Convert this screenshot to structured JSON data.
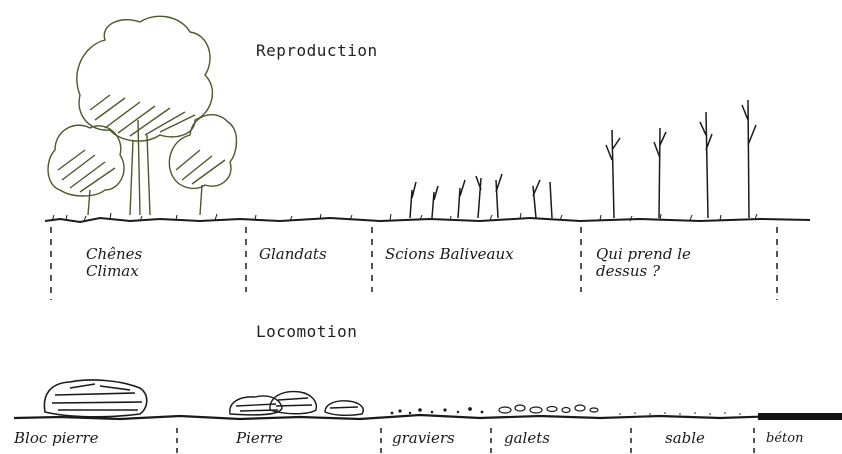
{
  "sections": {
    "reproduction_title": "Reproduction",
    "locomotion_title": "Locomotion"
  },
  "reproduction_labels": [
    "Chênes Climax",
    "Glandats",
    "Scions Baliveaux",
    "Qui prend le dessus ?"
  ],
  "locomotion_labels": [
    "Bloc pierre",
    "Pierre",
    "graviers",
    "galets",
    "sable",
    "béton"
  ],
  "colors": {
    "ink": "#1a1a1a",
    "tree_ink": "#4a5a2a"
  }
}
